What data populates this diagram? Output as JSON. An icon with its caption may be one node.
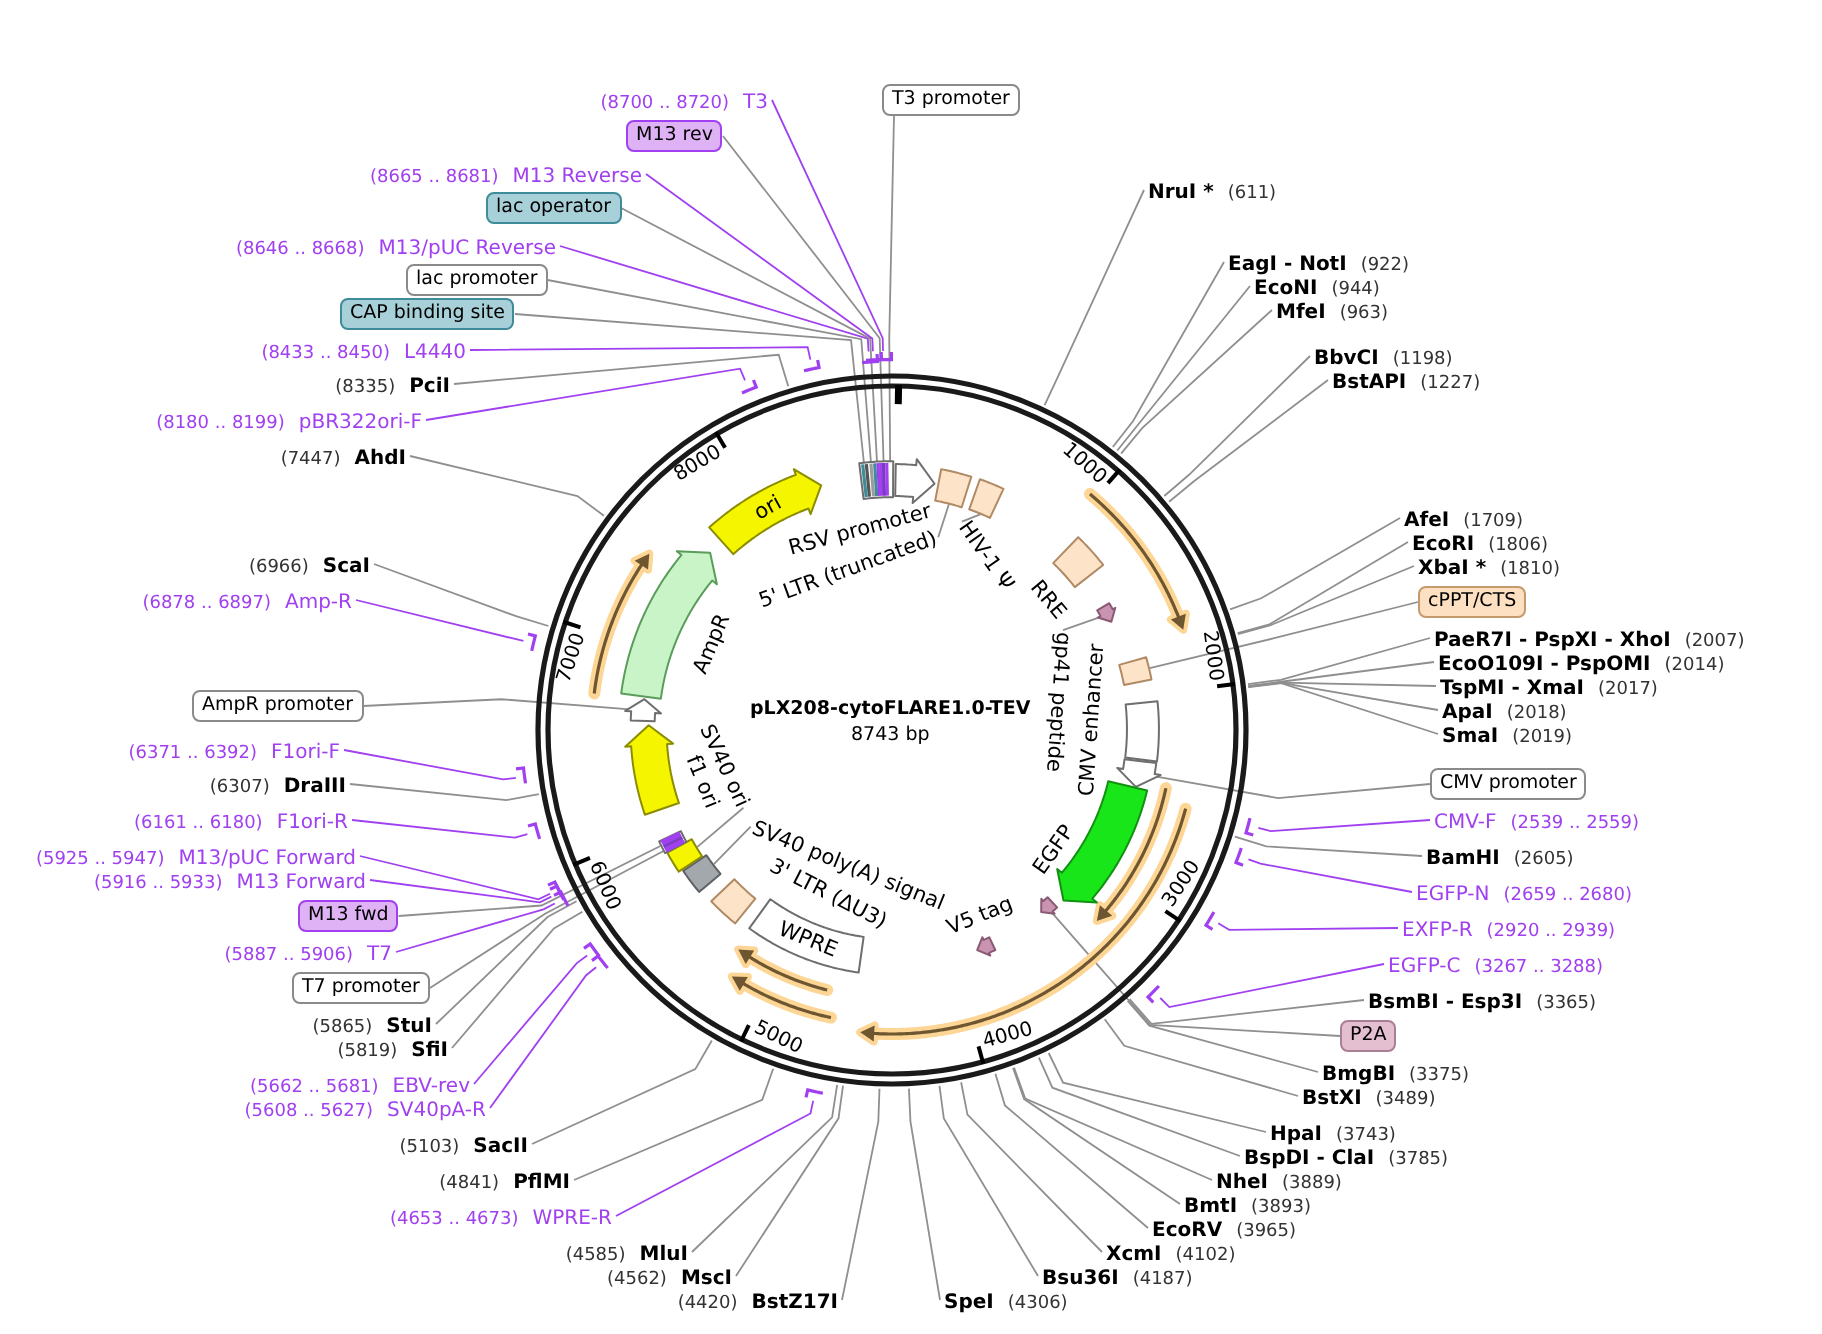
{
  "diagram": {
    "nodes": [
      {
        "text": [
          "pLX208-cytoFLARE1.0-TEV",
          "8743 bp"
        ]
      },
      {
        "text": [],
        "shape": "bar",
        "in": 0
      },
      {
        "text": [],
        "shape": "arrow",
        "in": 0,
        "beside": [
          "RSV promoter"
        ]
      },
      {
        "text": [],
        "shape": "box",
        "in": 0
      },
      {
        "text": [],
        "shape": "box",
        "in": 0
      },
      {
        "text": [],
        "shape": "box",
        "in": 0,
        "beside": [
          "RRE"
        ]
      },
      {
        "text": [],
        "shape": "arrow",
        "in": 0
      },
      {
        "text": [],
        "shape": "box",
        "in": 0
      },
      {
        "text": [],
        "shape": "box",
        "in": 0
      },
      {
        "text": [],
        "shape": "arrow",
        "in": 0
      },
      {
        "text": [],
        "shape": "arrow",
        "in": 0,
        "beside": [
          "EGFP"
        ]
      },
      {
        "text": [],
        "shape": "arrow",
        "in": 0
      },
      {
        "text": [],
        "shape": "arrow",
        "in": 0,
        "beside": [
          "V5 tag"
        ]
      },
      {
        "text": [
          "WPRE"
        ],
        "in": 0
      },
      {
        "text": [],
        "shape": "box",
        "in": 0
      },
      {
        "text": [],
        "shape": "box",
        "in": 0
      },
      {
        "text": [],
        "shape": "box",
        "in": 0
      },
      {
        "text": [],
        "shape": "bar",
        "in": 0
      },
      {
        "text": [],
        "shape": "arrow",
        "in": 0,
        "beside": [
          "f1 ori"
        ]
      },
      {
        "text": [],
        "shape": "arrow",
        "in": 0
      },
      {
        "text": [],
        "shape": "arrow",
        "in": 0,
        "beside": [
          "AmpR"
        ]
      },
      {
        "text": [
          "ori"
        ],
        "in": 0
      },
      {
        "text": [
          "5' LTR (truncated)"
        ],
        "in": 0
      },
      {
        "text": [
          "HIV-1 Ψ"
        ],
        "in": 0
      },
      {
        "text": [
          "gp41 peptide"
        ],
        "in": 0
      },
      {
        "text": [
          "SV40 poly(A) signal"
        ],
        "in": 0
      },
      {
        "text": [
          "SV40 ori"
        ],
        "in": 0
      },
      {
        "text": [
          "T3 promoter"
        ]
      },
      {
        "text": [
          "NruI *",
          "(611)"
        ]
      },
      {
        "text": [
          "EagI - NotI",
          "(922)"
        ]
      },
      {
        "text": [
          "EcoNI",
          "(944)"
        ]
      },
      {
        "text": [
          "MfeI",
          "(963)"
        ]
      },
      {
        "text": [
          "BbvCI",
          "(1198)"
        ]
      },
      {
        "text": [
          "BstAPI",
          "(1227)"
        ]
      },
      {
        "text": [
          "AfeI",
          "(1709)"
        ]
      },
      {
        "text": [
          "EcoRI",
          "(1806)"
        ]
      },
      {
        "text": [
          "XbaI *",
          "(1810)"
        ]
      },
      {
        "text": [
          "cPPT/CTS"
        ]
      },
      {
        "text": [
          "PaeR7I - PspXI - XhoI",
          "(2007)"
        ]
      },
      {
        "text": [
          "EcoO109I - PspOMI",
          "(2014)"
        ]
      },
      {
        "text": [
          "TspMI - XmaI",
          "(2017)"
        ]
      },
      {
        "text": [
          "ApaI",
          "(2018)"
        ]
      },
      {
        "text": [
          "SmaI",
          "(2019)"
        ]
      },
      {
        "text": [
          "CMV promoter"
        ]
      },
      {
        "text": [
          "CMV-F",
          "(2539 .. 2559)"
        ]
      },
      {
        "text": [
          "BamHI",
          "(2605)"
        ]
      },
      {
        "text": [
          "EGFP-N",
          "(2659 .. 2680)"
        ]
      },
      {
        "text": [
          "EXFP-R",
          "(2920 .. 2939)"
        ]
      },
      {
        "text": [
          "EGFP-C",
          "(3267 .. 3288)"
        ]
      },
      {
        "text": [
          "BsmBI - Esp3I",
          "(3365)"
        ]
      },
      {
        "text": [
          "P2A"
        ]
      },
      {
        "text": [
          "BmgBI",
          "(3375)"
        ]
      },
      {
        "text": [
          "BstXI",
          "(3489)"
        ]
      },
      {
        "text": [
          "HpaI",
          "(3743)"
        ]
      },
      {
        "text": [
          "BspDI - ClaI",
          "(3785)"
        ]
      },
      {
        "text": [
          "NheI",
          "(3889)"
        ]
      },
      {
        "text": [
          "BmtI",
          "(3893)"
        ]
      },
      {
        "text": [
          "EcoRV",
          "(3965)"
        ]
      },
      {
        "text": [
          "XcmI",
          "(4102)"
        ]
      },
      {
        "text": [
          "Bsu36I",
          "(4187)"
        ]
      },
      {
        "text": [
          "SpeI",
          "(4306)"
        ]
      },
      {
        "text": [
          "(4420)",
          "BstZ17I"
        ]
      },
      {
        "text": [
          "(4562)",
          "MscI"
        ]
      },
      {
        "text": [
          "(4585)",
          "MluI"
        ]
      },
      {
        "text": [
          "(4653 .. 4673)",
          "WPRE-R"
        ]
      },
      {
        "text": [
          "(4841)",
          "PflMI"
        ]
      },
      {
        "text": [
          "(5103)",
          "SacII"
        ]
      },
      {
        "text": [
          "(5608 .. 5627)",
          "SV40pA-R"
        ]
      },
      {
        "text": [
          "(5662 .. 5681)",
          "EBV-rev"
        ]
      },
      {
        "text": [
          "(5819)",
          "SfiI"
        ]
      },
      {
        "text": [
          "(5865)",
          "StuI"
        ]
      },
      {
        "text": [
          "T7 promoter"
        ]
      },
      {
        "text": [
          "(5887 .. 5906)",
          "T7"
        ]
      },
      {
        "text": [
          "M13 fwd"
        ]
      },
      {
        "text": [
          "(5916 .. 5933)",
          "M13 Forward"
        ]
      },
      {
        "text": [
          "(5925 .. 5947)",
          "M13/pUC Forward"
        ]
      },
      {
        "text": [
          "(6161 .. 6180)",
          "F1ori-R"
        ]
      },
      {
        "text": [
          "(6307)",
          "DraIII"
        ]
      },
      {
        "text": [
          "(6371 .. 6392)",
          "F1ori-F"
        ]
      },
      {
        "text": [
          "AmpR promoter"
        ]
      },
      {
        "text": [
          "(6878 .. 6897)",
          "Amp-R"
        ]
      },
      {
        "text": [
          "(6966)",
          "ScaI"
        ]
      },
      {
        "text": [
          "(7447)",
          "AhdI"
        ]
      },
      {
        "text": [
          "(8180 .. 8199)",
          "pBR322ori-F"
        ]
      },
      {
        "text": [
          "(8335)",
          "PciI"
        ]
      },
      {
        "text": [
          "(8433 .. 8450)",
          "L4440"
        ]
      },
      {
        "text": [
          "CAP binding site"
        ]
      },
      {
        "text": [
          "lac promoter"
        ]
      },
      {
        "text": [
          "(8646 .. 8668)",
          "M13/pUC Reverse"
        ]
      },
      {
        "text": [
          "lac operator"
        ]
      },
      {
        "text": [
          "(8665 .. 8681)",
          "M13 Reverse"
        ]
      },
      {
        "text": [
          "M13 rev"
        ]
      },
      {
        "text": [
          "(8700 .. 8720)",
          "T3"
        ]
      },
      {
        "text": [],
        "shape": "bar"
      },
      {
        "text": [],
        "shape": "bar",
        "in": 0
      },
      {
        "text": [],
        "shape": "bar",
        "in": 0
      },
      {
        "text": [],
        "shape": "bar",
        "in": 0
      },
      {
        "text": [],
        "shape": "bar"
      },
      {
        "text": [],
        "shape": "bar",
        "in": 0
      },
      {
        "text": [],
        "shape": "bar",
        "in": 0
      },
      {
        "text": [],
        "shape": "bar",
        "in": 0
      },
      {
        "text": [],
        "shape": "bar",
        "in": 0
      },
      {
        "text": [],
        "shape": "bar",
        "in": 0
      },
      {
        "text": [],
        "shape": "bar"
      },
      {
        "text": [],
        "shape": "bar"
      },
      {
        "text": [],
        "shape": "bar"
      },
      {
        "text": [],
        "shape": "bar",
        "in": 0
      },
      {
        "text": [],
        "shape": "bar"
      },
      {
        "text": [],
        "shape": "bar"
      },
      {
        "text": [],
        "shape": "bar"
      },
      {
        "text": [],
        "shape": "bar"
      }
    ],
    "edges": [
      {
        "from": 22,
        "to": 3,
        "arrow": "none"
      },
      {
        "from": 23,
        "to": 4,
        "arrow": "none"
      },
      {
        "from": 24,
        "to": 6,
        "arrow": "none"
      },
      {
        "from": 25,
        "to": 15,
        "arrow": "none"
      },
      {
        "from": 26,
        "to": 16,
        "arrow": "none"
      },
      {
        "from": 27,
        "to": 1,
        "arrow": "none"
      },
      {
        "from": 28,
        "to": 0,
        "arrow": "none"
      },
      {
        "from": 29,
        "to": 0,
        "arrow": "none"
      },
      {
        "from": 30,
        "to": 0,
        "arrow": "none"
      },
      {
        "from": 31,
        "to": 0,
        "arrow": "none"
      },
      {
        "from": 32,
        "to": 0,
        "arrow": "none"
      },
      {
        "from": 33,
        "to": 0,
        "arrow": "none"
      },
      {
        "from": 34,
        "to": 0,
        "arrow": "none"
      },
      {
        "from": 35,
        "to": 0,
        "arrow": "none"
      },
      {
        "from": 36,
        "to": 0,
        "arrow": "none"
      },
      {
        "from": 37,
        "to": 7,
        "arrow": "none"
      },
      {
        "from": 38,
        "to": 0,
        "arrow": "none"
      },
      {
        "from": 39,
        "to": 0,
        "arrow": "none"
      },
      {
        "from": 40,
        "to": 0,
        "arrow": "none"
      },
      {
        "from": 41,
        "to": 0,
        "arrow": "none"
      },
      {
        "from": 42,
        "to": 0,
        "arrow": "none"
      },
      {
        "from": 43,
        "to": 9,
        "arrow": "none"
      },
      {
        "from": 44,
        "to": 93,
        "arrow": "none",
        "color": "#a040f0"
      },
      {
        "from": 45,
        "to": 0,
        "arrow": "none"
      },
      {
        "from": 46,
        "to": 94,
        "arrow": "none",
        "color": "#a040f0"
      },
      {
        "from": 47,
        "to": 95,
        "arrow": "none",
        "color": "#a040f0"
      },
      {
        "from": 48,
        "to": 96,
        "arrow": "none",
        "color": "#a040f0"
      },
      {
        "from": 49,
        "to": 0,
        "arrow": "none"
      },
      {
        "from": 50,
        "to": 11,
        "arrow": "none"
      },
      {
        "from": 51,
        "to": 0,
        "arrow": "none"
      },
      {
        "from": 52,
        "to": 0,
        "arrow": "none"
      },
      {
        "from": 53,
        "to": 0,
        "arrow": "none"
      },
      {
        "from": 54,
        "to": 0,
        "arrow": "none"
      },
      {
        "from": 55,
        "to": 0,
        "arrow": "none"
      },
      {
        "from": 56,
        "to": 0,
        "arrow": "none"
      },
      {
        "from": 57,
        "to": 0,
        "arrow": "none"
      },
      {
        "from": 58,
        "to": 0,
        "arrow": "none"
      },
      {
        "from": 59,
        "to": 0,
        "arrow": "none"
      },
      {
        "from": 60,
        "to": 0,
        "arrow": "none"
      },
      {
        "from": 61,
        "to": 0,
        "arrow": "none"
      },
      {
        "from": 62,
        "to": 0,
        "arrow": "none"
      },
      {
        "from": 63,
        "to": 0,
        "arrow": "none"
      },
      {
        "from": 64,
        "to": 97,
        "arrow": "none",
        "color": "#a040f0"
      },
      {
        "from": 65,
        "to": 0,
        "arrow": "none"
      },
      {
        "from": 66,
        "to": 0,
        "arrow": "none"
      },
      {
        "from": 67,
        "to": 98,
        "arrow": "none",
        "color": "#a040f0"
      },
      {
        "from": 68,
        "to": 99,
        "arrow": "none",
        "color": "#a040f0"
      },
      {
        "from": 69,
        "to": 0,
        "arrow": "none"
      },
      {
        "from": 70,
        "to": 0,
        "arrow": "none"
      },
      {
        "from": 71,
        "to": 17,
        "arrow": "none"
      },
      {
        "from": 72,
        "to": 100,
        "arrow": "none",
        "color": "#a040f0"
      },
      {
        "from": 73,
        "to": 17,
        "arrow": "none"
      },
      {
        "from": 74,
        "to": 101,
        "arrow": "none",
        "color": "#a040f0"
      },
      {
        "from": 75,
        "to": 102,
        "arrow": "none",
        "color": "#a040f0"
      },
      {
        "from": 76,
        "to": 103,
        "arrow": "none",
        "color": "#a040f0"
      },
      {
        "from": 77,
        "to": 0,
        "arrow": "none"
      },
      {
        "from": 78,
        "to": 104,
        "arrow": "none",
        "color": "#a040f0"
      },
      {
        "from": 79,
        "to": 19,
        "arrow": "none"
      },
      {
        "from": 80,
        "to": 105,
        "arrow": "none",
        "color": "#a040f0"
      },
      {
        "from": 81,
        "to": 0,
        "arrow": "none"
      },
      {
        "from": 82,
        "to": 0,
        "arrow": "none"
      },
      {
        "from": 83,
        "to": 106,
        "arrow": "none",
        "color": "#a040f0"
      },
      {
        "from": 84,
        "to": 0,
        "arrow": "none"
      },
      {
        "from": 85,
        "to": 107,
        "arrow": "none",
        "color": "#a040f0"
      },
      {
        "from": 86,
        "to": 1,
        "arrow": "none"
      },
      {
        "from": 87,
        "to": 1,
        "arrow": "none"
      },
      {
        "from": 88,
        "to": 108,
        "arrow": "none",
        "color": "#a040f0"
      },
      {
        "from": 89,
        "to": 1,
        "arrow": "none"
      },
      {
        "from": 90,
        "to": 109,
        "arrow": "none",
        "color": "#a040f0"
      },
      {
        "from": 91,
        "to": 1,
        "arrow": "none"
      },
      {
        "from": 92,
        "to": 110,
        "arrow": "none",
        "color": "#a040f0"
      }
    ],
    "labels": [
      "1000",
      "2000",
      "3000",
      "4000",
      "5000",
      "6000",
      "7000",
      "8000",
      "CMV enhancer",
      "3' LTR (ΔU3)"
    ]
  }
}
